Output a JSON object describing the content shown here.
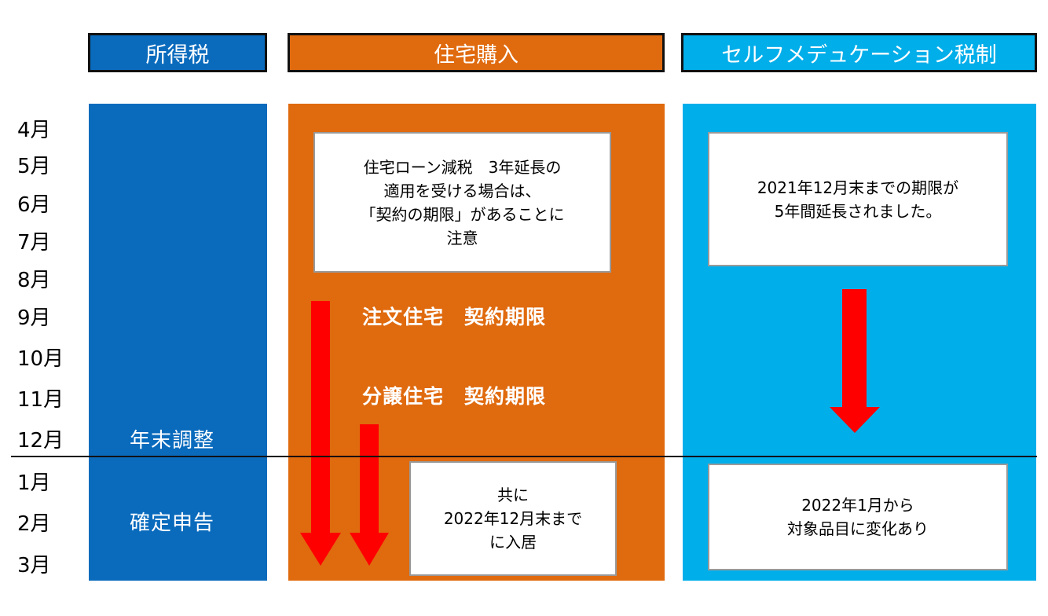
{
  "headers": {
    "income_tax": "所得税",
    "housing": "住宅購入",
    "self_medication": "セルフメデュケーション税制"
  },
  "months": [
    "4月",
    "5月",
    "6月",
    "7月",
    "8月",
    "9月",
    "10月",
    "11月",
    "12月",
    "1月",
    "2月",
    "3月"
  ],
  "income_tax": {
    "year_end": "年末調整",
    "filing": "確定申告"
  },
  "housing": {
    "note_lines": [
      "住宅ローン減税　3年延長の",
      "適用を受ける場合は、",
      "「契約の期限」があることに",
      "注意"
    ],
    "custom_home": "注文住宅　契約期限",
    "condo": "分譲住宅　契約期限",
    "movein_lines": [
      "共に",
      "2022年12月末まで",
      "に入居"
    ]
  },
  "self_medication": {
    "extension_lines": [
      "2021年12月末までの期限が",
      "5年間延長されました。"
    ],
    "change_lines": [
      "2022年1月から",
      "対象品目に変化あり"
    ]
  },
  "colors": {
    "income_tax": "#0a6bbd",
    "housing": "#e06a0e",
    "self_medication": "#00aeea",
    "arrow": "#ff0000"
  }
}
